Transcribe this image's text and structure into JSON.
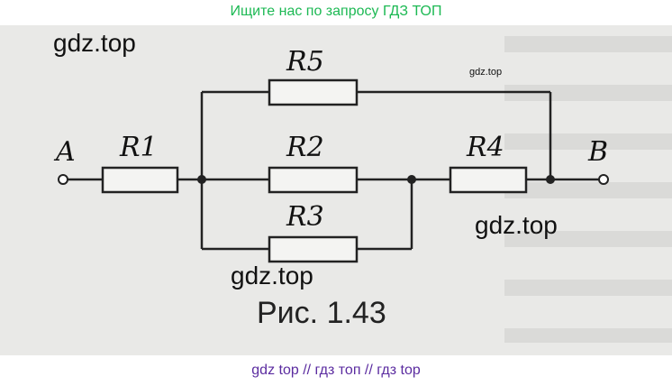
{
  "banner_top": "Ищите нас по запросу ГДЗ ТОП",
  "banner_bottom": "gdz top  //  гдз топ  //  гдз top",
  "watermarks": [
    "gdz.top",
    "gdz.top",
    "gdz.top",
    "gdz.top"
  ],
  "caption": "Рис. 1.43",
  "nodes": {
    "a": "A",
    "b": "B"
  },
  "resistors": {
    "r1": "R1",
    "r2": "R2",
    "r3": "R3",
    "r4": "R4",
    "r5": "R5"
  }
}
